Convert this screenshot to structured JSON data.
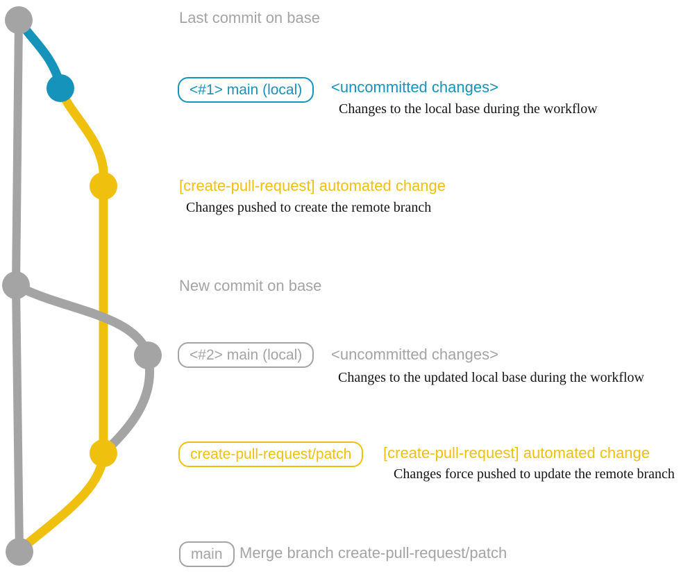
{
  "colors": {
    "gray": "#a4a4a4",
    "teal": "#1593ba",
    "yellow": "#f0c00e",
    "text_dark": "#141414"
  },
  "notes": {
    "top": "Last commit on base",
    "middle": "New commit on base"
  },
  "rows": {
    "r1": {
      "badge": "<#1> main (local)",
      "title": "<uncommitted changes>",
      "desc": "Changes to the local base during the workflow"
    },
    "r2": {
      "title": "[create-pull-request] automated change",
      "desc": "Changes pushed to create the remote branch"
    },
    "r3": {
      "badge": "<#2> main (local)",
      "title": "<uncommitted changes>",
      "desc": "Changes to the updated local base during the workflow"
    },
    "r4": {
      "badge": "create-pull-request/patch",
      "title": "[create-pull-request] automated change",
      "desc": "Changes force pushed to update the remote branch"
    },
    "r5": {
      "badge": "main",
      "title": "Merge branch create-pull-request/patch"
    }
  }
}
